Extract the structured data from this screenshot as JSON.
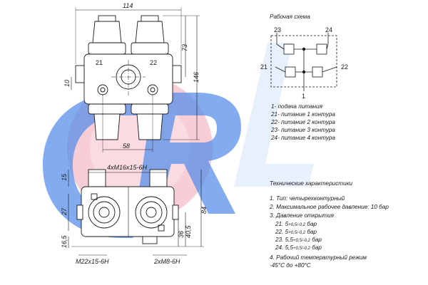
{
  "watermark": {
    "text": "ORL",
    "color_blue": "#2f6fe0",
    "color_red": "#e8506a"
  },
  "top_view": {
    "dims": {
      "width": "114",
      "height_73": "73",
      "height_146": "146",
      "offset_10": "10",
      "bottom_58": "58"
    },
    "port_labels": {
      "p21": "21",
      "p22": "22"
    }
  },
  "bottom_view": {
    "dims": {
      "top_thread": "4xM16x15-6H",
      "d15": "15",
      "d27": "27",
      "d84": "84",
      "d40_5": "40,5",
      "d36": "36",
      "d16_5": "16,5",
      "bottom_left_thread": "M22x15-6H",
      "bottom_right_thread": "2xM8-6H"
    }
  },
  "scheme": {
    "title": "Рабочая схема",
    "ports": {
      "p23": "23",
      "p24": "24",
      "p21": "21",
      "p22": "22",
      "p1": "1"
    }
  },
  "legend": [
    "1- подача питания",
    "21- питание 1 контура",
    "22- питание 2 контура",
    "23- питание 3 контура",
    "24- питание 4 контура"
  ],
  "specs": {
    "title": "Технические характеристики",
    "line1": "1. Тип: четырехконтурный",
    "line2": "2. Максимальное рабочее давление: 10 бар",
    "line3": "3. Давление открытия",
    "pressures": [
      {
        "port": "21",
        "value": "5",
        "tol_up": "+0,5",
        "tol_dn": "-0,2",
        "unit": "бар"
      },
      {
        "port": "22",
        "value": "5",
        "tol_up": "+0,5",
        "tol_dn": "-0,2",
        "unit": "бар"
      },
      {
        "port": "23",
        "value": "5,5",
        "tol_up": "+0,5",
        "tol_dn": "-0,2",
        "unit": "бар"
      },
      {
        "port": "24",
        "value": "5,5",
        "tol_up": "+0,5",
        "tol_dn": "-0,2",
        "unit": "бар"
      }
    ],
    "line4": "4. Рабочий температурный режим",
    "line5": "-45°С до +80°С"
  }
}
